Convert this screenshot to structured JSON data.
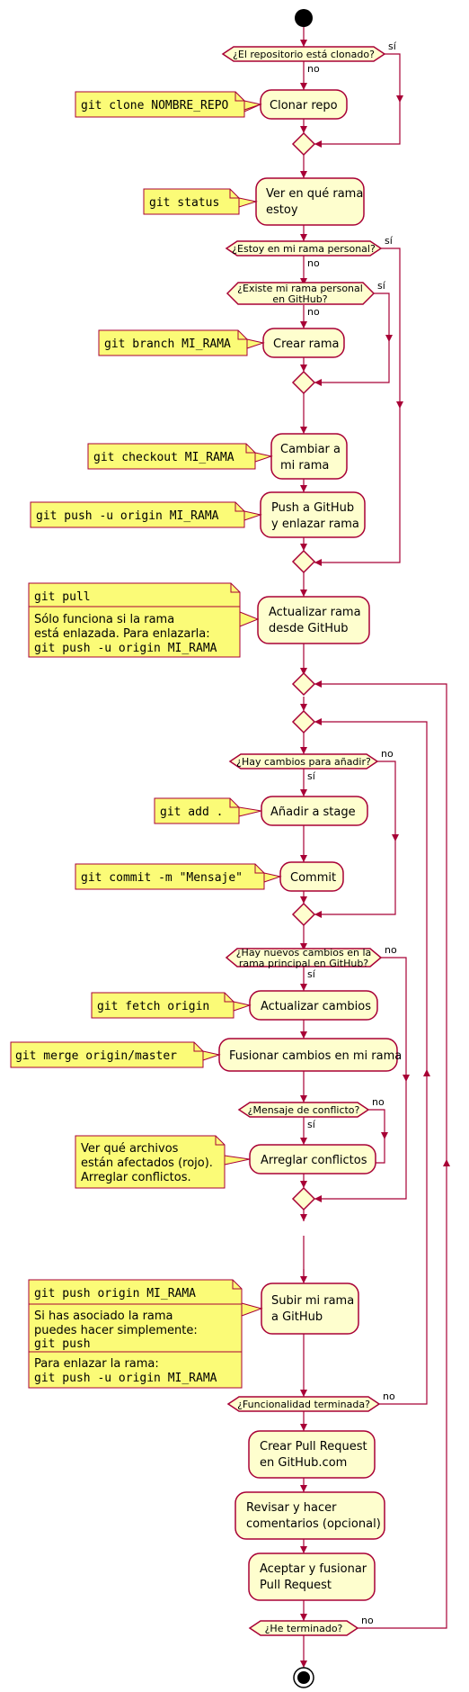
{
  "colors": {
    "line": "#A80036",
    "activity_fill": "#FEFECE",
    "note_fill": "#FBFB77"
  },
  "labels": {
    "yes": "sí",
    "no": "no"
  },
  "decisions": {
    "d1": [
      "¿El repositorio está clonado?"
    ],
    "d2": [
      "¿Estoy en mi rama personal?"
    ],
    "d3": [
      "¿Existe mi rama personal",
      "en GitHub?"
    ],
    "d4": [
      "¿Hay cambios para añadir?"
    ],
    "d5": [
      "¿Hay nuevos cambios en la",
      "rama principal en GitHub?"
    ],
    "d6": [
      "¿Mensaje de conflicto?"
    ],
    "d7": [
      "¿Funcionalidad terminada?"
    ],
    "d8": [
      "¿He terminado?"
    ]
  },
  "activities": {
    "clonar": [
      "Clonar repo"
    ],
    "ver_rama": [
      "Ver en qué rama",
      "estoy"
    ],
    "crear_rama": [
      "Crear rama"
    ],
    "cambiar_rama": [
      "Cambiar a",
      "mi rama"
    ],
    "push_github": [
      "Push a GitHub",
      "y enlazar rama"
    ],
    "actualizar_rama": [
      "Actualizar rama",
      "desde GitHub"
    ],
    "anadir_stage": [
      "Añadir a stage"
    ],
    "commit": [
      "Commit"
    ],
    "actualizar_cambios": [
      "Actualizar cambios"
    ],
    "fusionar": [
      "Fusionar cambios en mi rama"
    ],
    "arreglar": [
      "Arreglar conflictos"
    ],
    "subir": [
      "Subir mi rama",
      "a GitHub"
    ],
    "pull_request": [
      "Crear Pull Request",
      "en GitHub.com"
    ],
    "revisar": [
      "Revisar y hacer",
      "comentarios (opcional)"
    ],
    "aceptar": [
      "Aceptar y fusionar",
      "Pull Request"
    ]
  },
  "notes": {
    "n_clone": "git clone NOMBRE_REPO",
    "n_status": "git status",
    "n_branch": "git branch MI_RAMA",
    "n_checkout": "git checkout MI_RAMA",
    "n_push_u": "git push -u origin MI_RAMA",
    "n_pull": {
      "cmd": "git pull",
      "text": [
        "Sólo funciona si la rama",
        "está enlazada. Para enlazarla:"
      ],
      "cmd2": "git push -u origin MI_RAMA"
    },
    "n_add": "git add .",
    "n_commit": "git commit -m \"Mensaje\"",
    "n_fetch": "git fetch origin",
    "n_merge": "git merge origin/master",
    "n_conflict": [
      "Ver qué archivos",
      "están afectados (rojo).",
      "Arreglar conflictos."
    ],
    "n_push": {
      "cmd": "git push origin MI_RAMA",
      "text": [
        "Si has asociado la rama",
        "puedes hacer simplemente:"
      ],
      "cmd2": "git push",
      "text2": "Para enlazar la rama:",
      "cmd3": "git push -u origin MI_RAMA"
    }
  }
}
